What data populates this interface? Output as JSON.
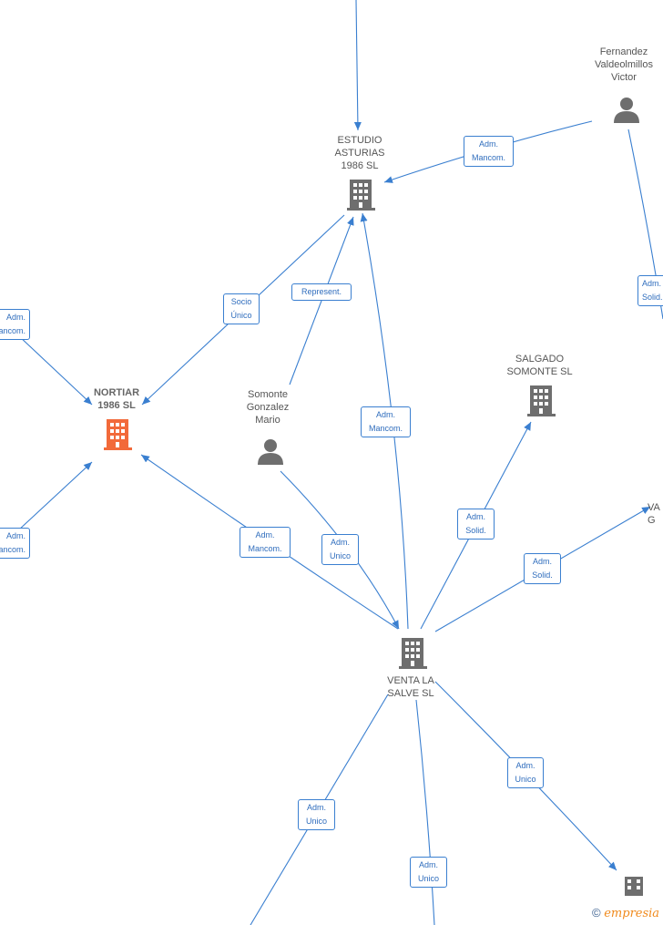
{
  "nodes": {
    "estudio": {
      "label": "ESTUDIO\nASTURIAS\n1986  SL",
      "type": "company"
    },
    "fernandez": {
      "label": "Fernandez\nValdeolmillos\nVictor",
      "type": "person"
    },
    "nortiar": {
      "label": "NORTIAR\n1986  SL",
      "type": "company-focus"
    },
    "somonte": {
      "label": "Somonte\nGonzalez\nMario",
      "type": "person"
    },
    "salgado": {
      "label": "SALGADO\nSOMONTE  SL",
      "type": "company"
    },
    "venta": {
      "label": "VENTA LA\nSALVE  SL",
      "type": "company"
    },
    "va_partial": {
      "label": "VA\nG",
      "type": "company"
    },
    "bottom_right": {
      "label": "",
      "type": "company"
    }
  },
  "edges": [
    {
      "id": "adm-mancom-fernandez",
      "label": "Adm.\nMancom."
    },
    {
      "id": "socio-unico",
      "label": "Socio\nÚnico"
    },
    {
      "id": "represent",
      "label": "Represent."
    },
    {
      "id": "adm-mancom-left-top",
      "label": "Adm.\nMancom."
    },
    {
      "id": "adm-mancom-left-bottom",
      "label": "Adm.\nMancom."
    },
    {
      "id": "adm-mancom-venta-estudio",
      "label": "Adm.\nMancom."
    },
    {
      "id": "adm-solid-salgado",
      "label": "Adm.\nSolid."
    },
    {
      "id": "adm-solid-right",
      "label": "Adm.\nSolid."
    },
    {
      "id": "adm-solid-fernandez-right",
      "label": "Adm.\nSolid."
    },
    {
      "id": "adm-mancom-venta-nortiar",
      "label": "Adm.\nMancom."
    },
    {
      "id": "adm-unico-somonte",
      "label": "Adm.\nUnico"
    },
    {
      "id": "adm-unico-bottom-right",
      "label": "Adm.\nUnico"
    },
    {
      "id": "adm-unico-bottom-left",
      "label": "Adm.\nUnico"
    },
    {
      "id": "adm-unico-bottom",
      "label": "Adm.\nUnico"
    }
  ],
  "watermark": {
    "copyright": "©",
    "brand_first": "e",
    "brand_rest": "mpresia"
  },
  "colors": {
    "edge": "#3a7fd0",
    "icon": "#6e6e6e",
    "focus": "#f26a3a"
  }
}
